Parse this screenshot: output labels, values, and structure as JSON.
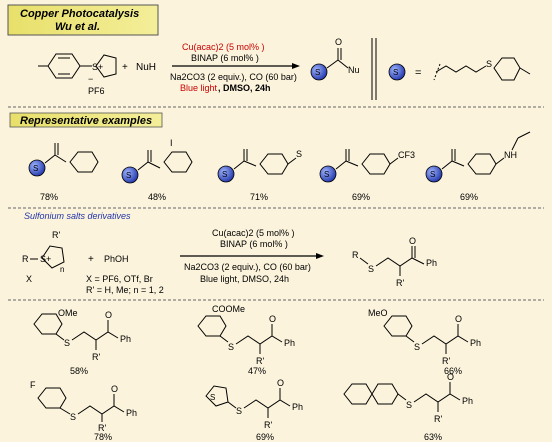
{
  "header": {
    "title_line1": "Copper Photocatalysis",
    "title_line2": "Wu et al."
  },
  "scheme1": {
    "sulfonium_charge": "S+",
    "counterion": "PF6",
    "counterion_sub": "6",
    "plus": "+",
    "nucleophile": "NuH",
    "catalyst": "Cu(acac)2 (5 mol% )",
    "ligand": "BINAP (6 mol% )",
    "base": "Na2CO3 (2 equiv.), CO (60 bar)",
    "light": "Blue light",
    "conditions_rest": ", DMSO, 24h",
    "product_group": "Nu",
    "product_carbonyl": "O",
    "s_badge": "S",
    "equals": "=",
    "fragment_s": "S"
  },
  "representative": {
    "title": "Representative examples",
    "items": [
      {
        "label": "S",
        "substituent": "",
        "yield": "78%"
      },
      {
        "label": "S",
        "substituent": "I",
        "yield": "48%"
      },
      {
        "label": "S",
        "substituent": "S",
        "yield": "71%"
      },
      {
        "label": "S",
        "substituent": "CF3",
        "yield": "69%"
      },
      {
        "label": "S",
        "substituent": "NH",
        "yield": "69%"
      }
    ]
  },
  "derivatives": {
    "title": "Sulfonium salts derivatives",
    "r_prime": "R'",
    "r_group": "R",
    "s_charge": "S+",
    "ring_n": "n",
    "anion": "X",
    "plus": "+",
    "phenol": "PhOH",
    "x_options": "X = PF6, OTf, Br",
    "r_options": "R' = H, Me; n = 1, 2",
    "catalyst": "Cu(acac)2 (5 mol% )",
    "ligand": "BINAP (6 mol% )",
    "base": "Na2CO3 (2 equiv.), CO (60 bar)",
    "conditions": "Blue light, DMSO, 24h",
    "product_r": "R",
    "product_s": "S",
    "product_o": "O",
    "product_ph": "Ph",
    "product_rp": "R'"
  },
  "products": [
    {
      "substituent": "OMe",
      "yield": "58%"
    },
    {
      "substituent": "COOMe",
      "yield": "47%"
    },
    {
      "substituent": "MeO",
      "yield": "66%"
    },
    {
      "substituent": "F",
      "yield": "78%"
    },
    {
      "substituent": "S",
      "yield": "69%"
    },
    {
      "substituent": "",
      "yield": "63%"
    }
  ],
  "product_labels": {
    "s": "S",
    "o": "O",
    "ph": "Ph",
    "rp": "R'"
  }
}
